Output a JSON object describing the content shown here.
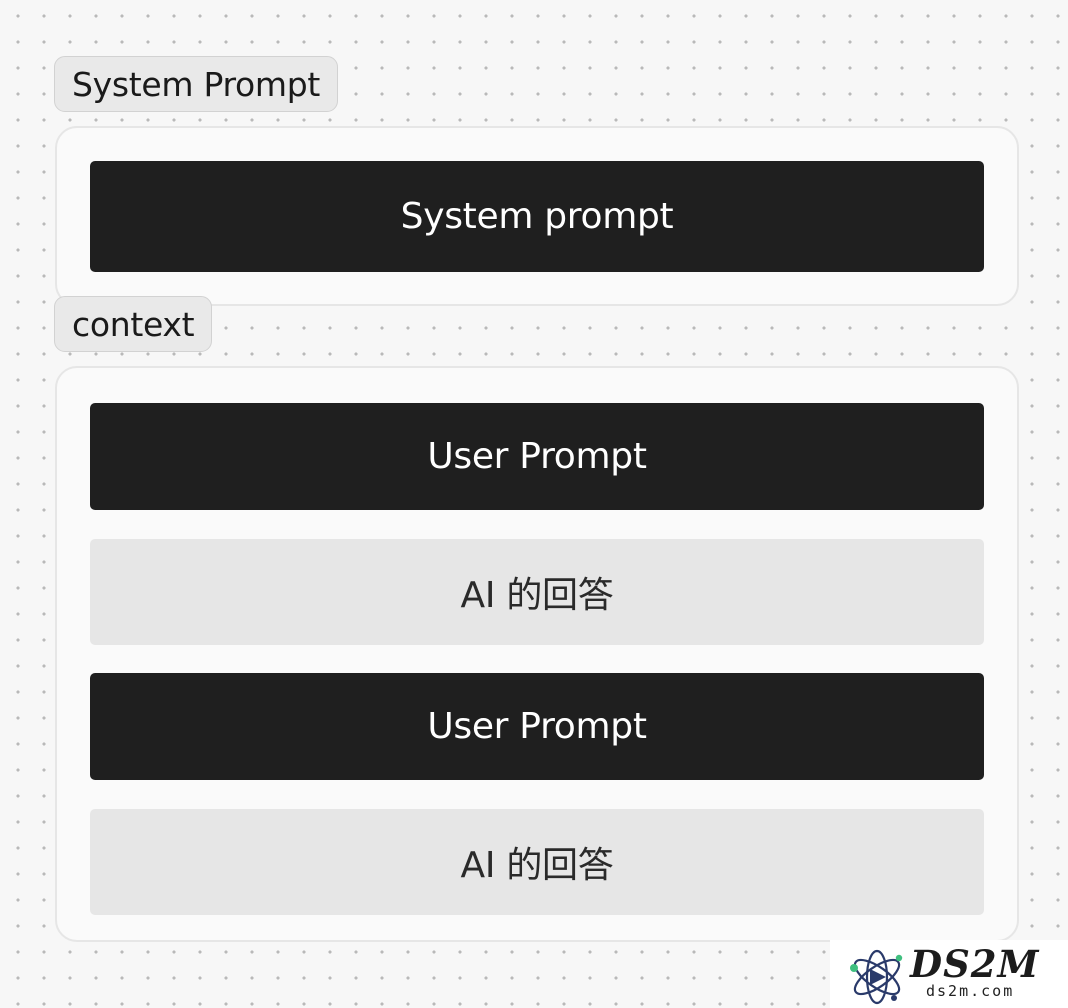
{
  "system_section": {
    "tag_label": "System Prompt",
    "block_label": "System prompt"
  },
  "context_section": {
    "tag_label": "context",
    "messages": [
      {
        "role": "user",
        "label": "User Prompt"
      },
      {
        "role": "ai",
        "label": "AI 的回答"
      },
      {
        "role": "user",
        "label": "User Prompt"
      },
      {
        "role": "ai",
        "label": "AI 的回答"
      }
    ]
  },
  "watermark": {
    "title": "DS2M",
    "subtitle": "ds2m.com"
  },
  "colors": {
    "dark_block": "#1f1f1f",
    "light_block": "#e6e6e6",
    "tag_background": "#e9e9e9",
    "group_background": "#fafafa",
    "canvas_background": "#f7f7f7"
  }
}
